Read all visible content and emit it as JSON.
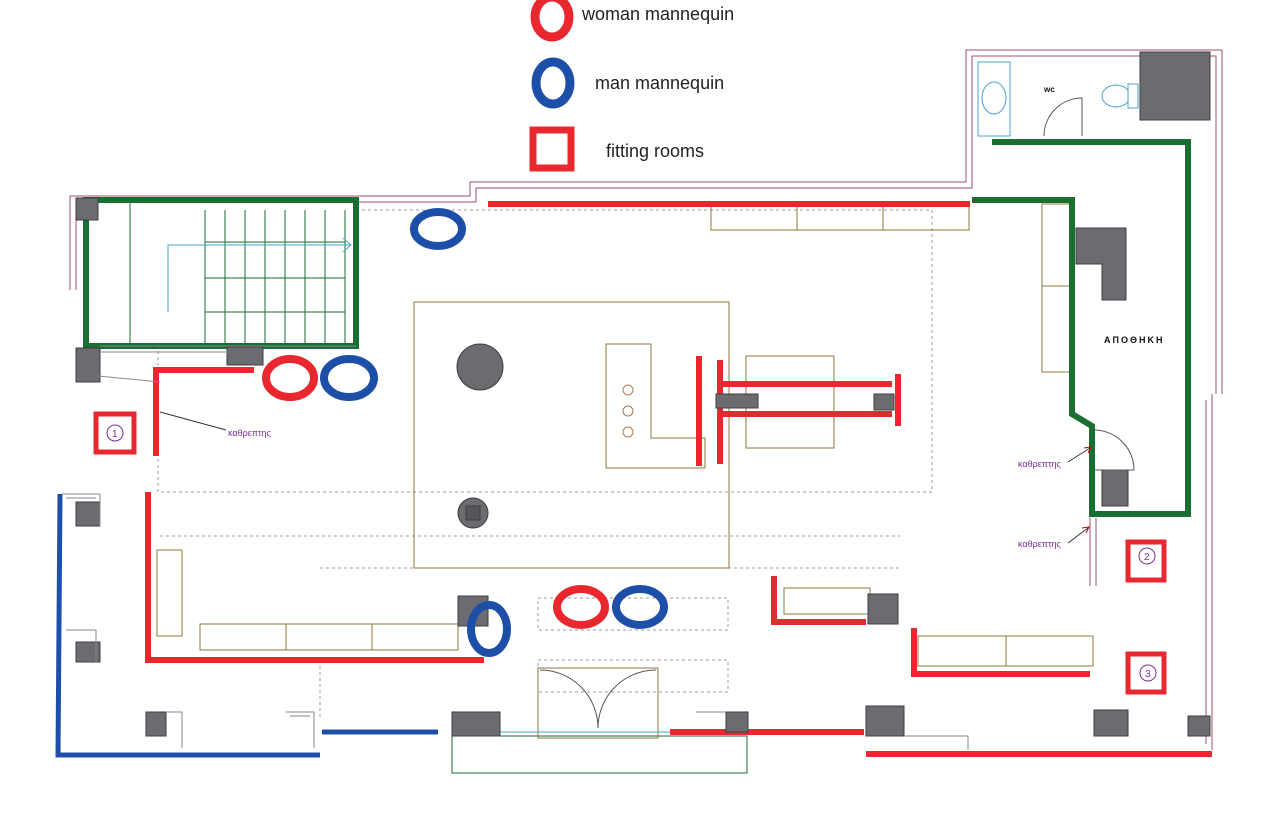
{
  "legend": {
    "woman": "woman mannequin",
    "man": "man mannequin",
    "fitting": "fitting rooms"
  },
  "labels": {
    "storage": "ΑΠΟΘΗΚΗ",
    "wc": "wc",
    "kathreftis": "καθρεπτης",
    "room1": "1",
    "room2": "2",
    "room3": "3"
  },
  "colors": {
    "woman": "#e8282e",
    "man": "#1d4fa8",
    "fitting": "#e8282e",
    "shelf_wall": "#e8282e",
    "glass_front": "#1d4fa8",
    "partition": "#1a6e32",
    "column": "#6b6b70",
    "outline": "#a0506a"
  },
  "icons": {
    "woman": "red-ring-icon",
    "man": "blue-ring-icon",
    "fitting": "red-square-icon"
  }
}
